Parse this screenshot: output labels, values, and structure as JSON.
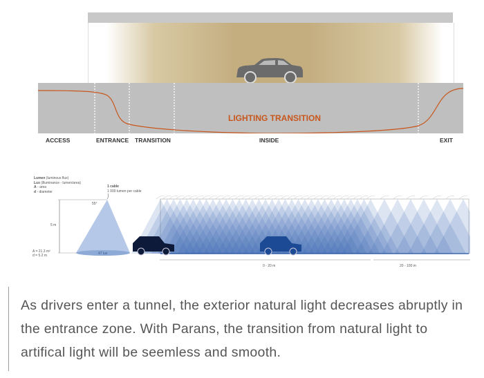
{
  "top_diagram": {
    "title": "LIGHTING TRANSITION",
    "zones": [
      "ACCESS",
      "ENTRANCE",
      "TRANSITION",
      "INSIDE",
      "EXIT"
    ],
    "colors": {
      "curve": "#c8571e",
      "road": "#bfbfbf",
      "tunnel_light": "#c4ae80"
    }
  },
  "bottom_diagram": {
    "legend": [
      {
        "term": "Lumen",
        "desc": "(luminous flux)"
      },
      {
        "term": "Lux",
        "desc": "(illuminance - lumen/area)"
      },
      {
        "term": "A",
        "desc": "- area"
      },
      {
        "term": "d",
        "desc": "- diameter"
      }
    ],
    "cable_title": "1 cable",
    "cable_desc": "1 000 lumen per cable",
    "angle": "55°",
    "height": "5 m",
    "area": "A = 21.3 m²",
    "diameter": "d = 5.2 m",
    "lux": "47 lux",
    "range1": "0 - 20 m",
    "range2": "20 - 100 m",
    "colors": {
      "beam": "#2a5fb0"
    }
  },
  "paragraph": "As drivers enter a tunnel, the exterior natural light decreases abruptly in the entrance zone. With Parans, the transition from natural light to artifical light will be seemless and smooth."
}
